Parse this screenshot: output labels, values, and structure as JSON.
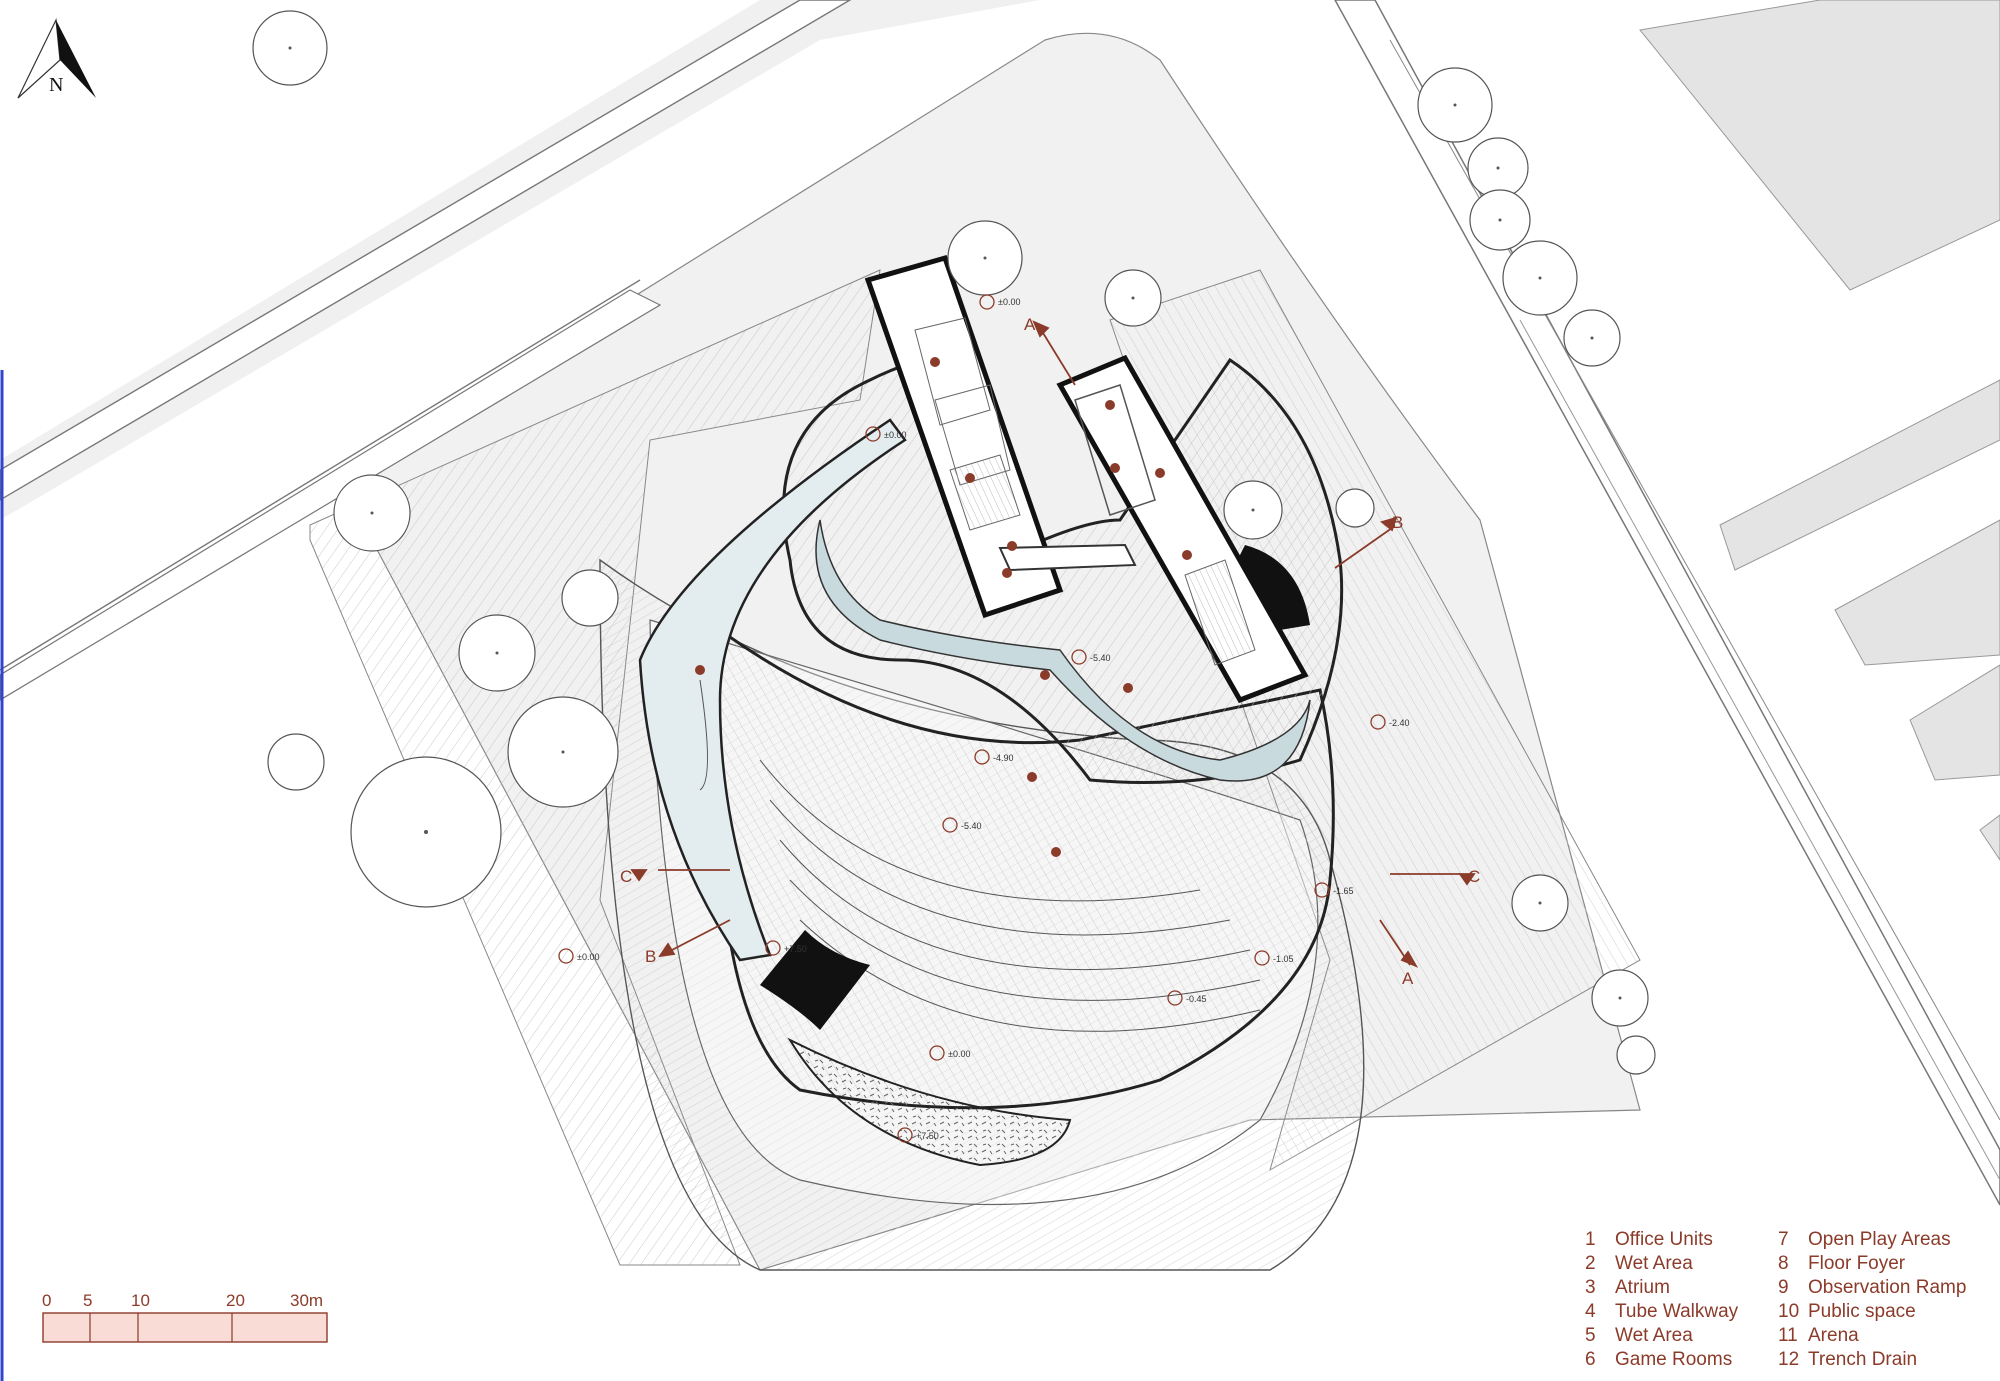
{
  "compass": {
    "north_label": "N"
  },
  "scale_bar": {
    "labels": [
      "0",
      "5",
      "10",
      "20",
      "30m"
    ]
  },
  "levels": {
    "l1": "±0.00",
    "l2": "±0.00",
    "l3": "-5.40",
    "l4": "-2.40",
    "l5": "-4.90",
    "l6": "-5.40",
    "l7": "-1.65",
    "l8": "-1.05",
    "l9": "-0.45",
    "l10": "+7.50",
    "l11": "±0.00",
    "l12": "±0.00",
    "l13": "+7.50"
  },
  "sections": {
    "a": "A",
    "b": "B",
    "c": "C"
  },
  "legend": [
    {
      "num": "1",
      "label": "Office Units"
    },
    {
      "num": "2",
      "label": "Wet Area"
    },
    {
      "num": "3",
      "label": "Atrium"
    },
    {
      "num": "4",
      "label": "Tube Walkway"
    },
    {
      "num": "5",
      "label": "Wet Area"
    },
    {
      "num": "6",
      "label": "Game Rooms"
    },
    {
      "num": "7",
      "label": "Open Play Areas"
    },
    {
      "num": "8",
      "label": "Floor Foyer"
    },
    {
      "num": "9",
      "label": "Observation Ramp"
    },
    {
      "num": "10",
      "label": "Public space"
    },
    {
      "num": "11",
      "label": "Arena"
    },
    {
      "num": "12",
      "label": "Trench Drain"
    }
  ],
  "colors": {
    "accent": "#8b3b2a",
    "scale_fill": "#f9dcd6",
    "ground": "#f2f2f2",
    "water": "#c9dade"
  }
}
